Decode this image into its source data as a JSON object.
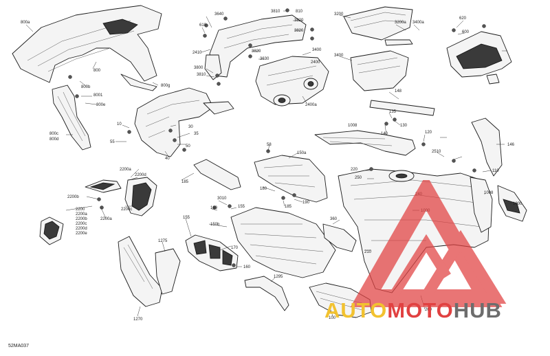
{
  "diagram_code": "52MA037",
  "watermark": {
    "part1": "AUTO",
    "part2": "MOTO",
    "part3": "HUB"
  },
  "colors": {
    "logo_yellow": "#f2c230",
    "logo_red": "#e14141",
    "logo_gray": "#6d6d6d"
  },
  "labels": [
    "800a",
    "800",
    "800b",
    "8001",
    "800e",
    "800g",
    "800c",
    "800d",
    "3640",
    "3810",
    "810",
    "610",
    "3200",
    "3200a",
    "3400a",
    "620",
    "600",
    "3820",
    "3630",
    "2410",
    "3820",
    "3800",
    "3810",
    "3820",
    "3400",
    "2400",
    "3400",
    "2400a",
    "148",
    "135",
    "130",
    "140",
    "120",
    "1008",
    "146",
    "10",
    "30",
    "35",
    "55",
    "50",
    "40",
    "2510",
    "110",
    "1008",
    "1000",
    "220",
    "250",
    "240",
    "2200a",
    "2200d",
    "2200b",
    "2200c",
    "2200",
    "2200a",
    "2200b",
    "2200c",
    "2200d",
    "2200e",
    "2200a",
    "185",
    "58",
    "150a",
    "180",
    "185",
    "190",
    "3010",
    "160",
    "155",
    "150b",
    "360",
    "155",
    "1275",
    "170",
    "160",
    "1000",
    "210",
    "260",
    "1270",
    "1295",
    "100"
  ]
}
